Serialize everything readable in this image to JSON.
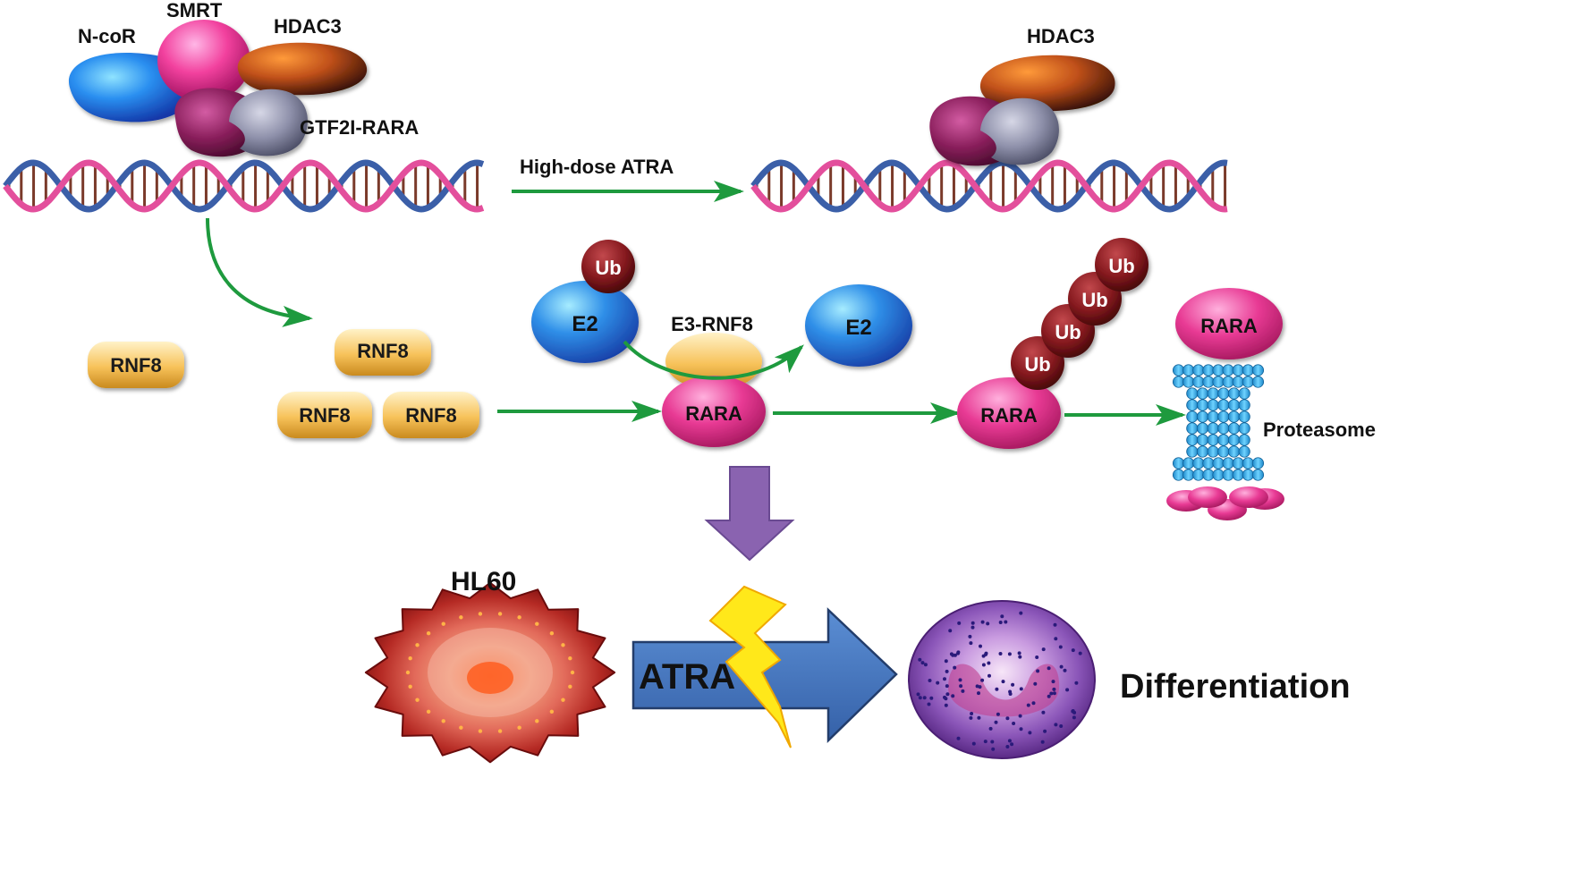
{
  "labels": {
    "ncor": "N-coR",
    "smrt": "SMRT",
    "hdac3_left": "HDAC3",
    "gtf2i_rara": "GTF2I-RARA",
    "hdac3_right": "HDAC3",
    "high_dose_atra": "High-dose ATRA",
    "rnf8_single": "RNF8",
    "rnf8_group_top": "RNF8",
    "rnf8_group_left": "RNF8",
    "rnf8_group_right": "RNF8",
    "ub_e2": "Ub",
    "e2_left": "E2",
    "e3_rnf8": "E3-RNF8",
    "e2_right": "E2",
    "rara_center": "RARA",
    "ub_1": "Ub",
    "ub_2": "Ub",
    "ub_3": "Ub",
    "ub_4": "Ub",
    "rara_ub": "RARA",
    "rara_proteasome": "RARA",
    "proteasome": "Proteasome",
    "hl60": "HL60",
    "atra": "ATRA",
    "differentiation": "Differentiation"
  },
  "colors": {
    "arrow_green": "#1e9a3e",
    "purple_arrow": "#8a63b0",
    "blue_arrow": "#3f6fb6",
    "rara_magenta": "#e0358f",
    "ub_maroon": "#7a1418",
    "rnf8_orange": "#f5b94a",
    "e2_blue": "#2a7fe0",
    "dna_pink": "#e34f9c",
    "dna_blue": "#3b5fa8",
    "bolt_yellow": "#ffe81a"
  }
}
